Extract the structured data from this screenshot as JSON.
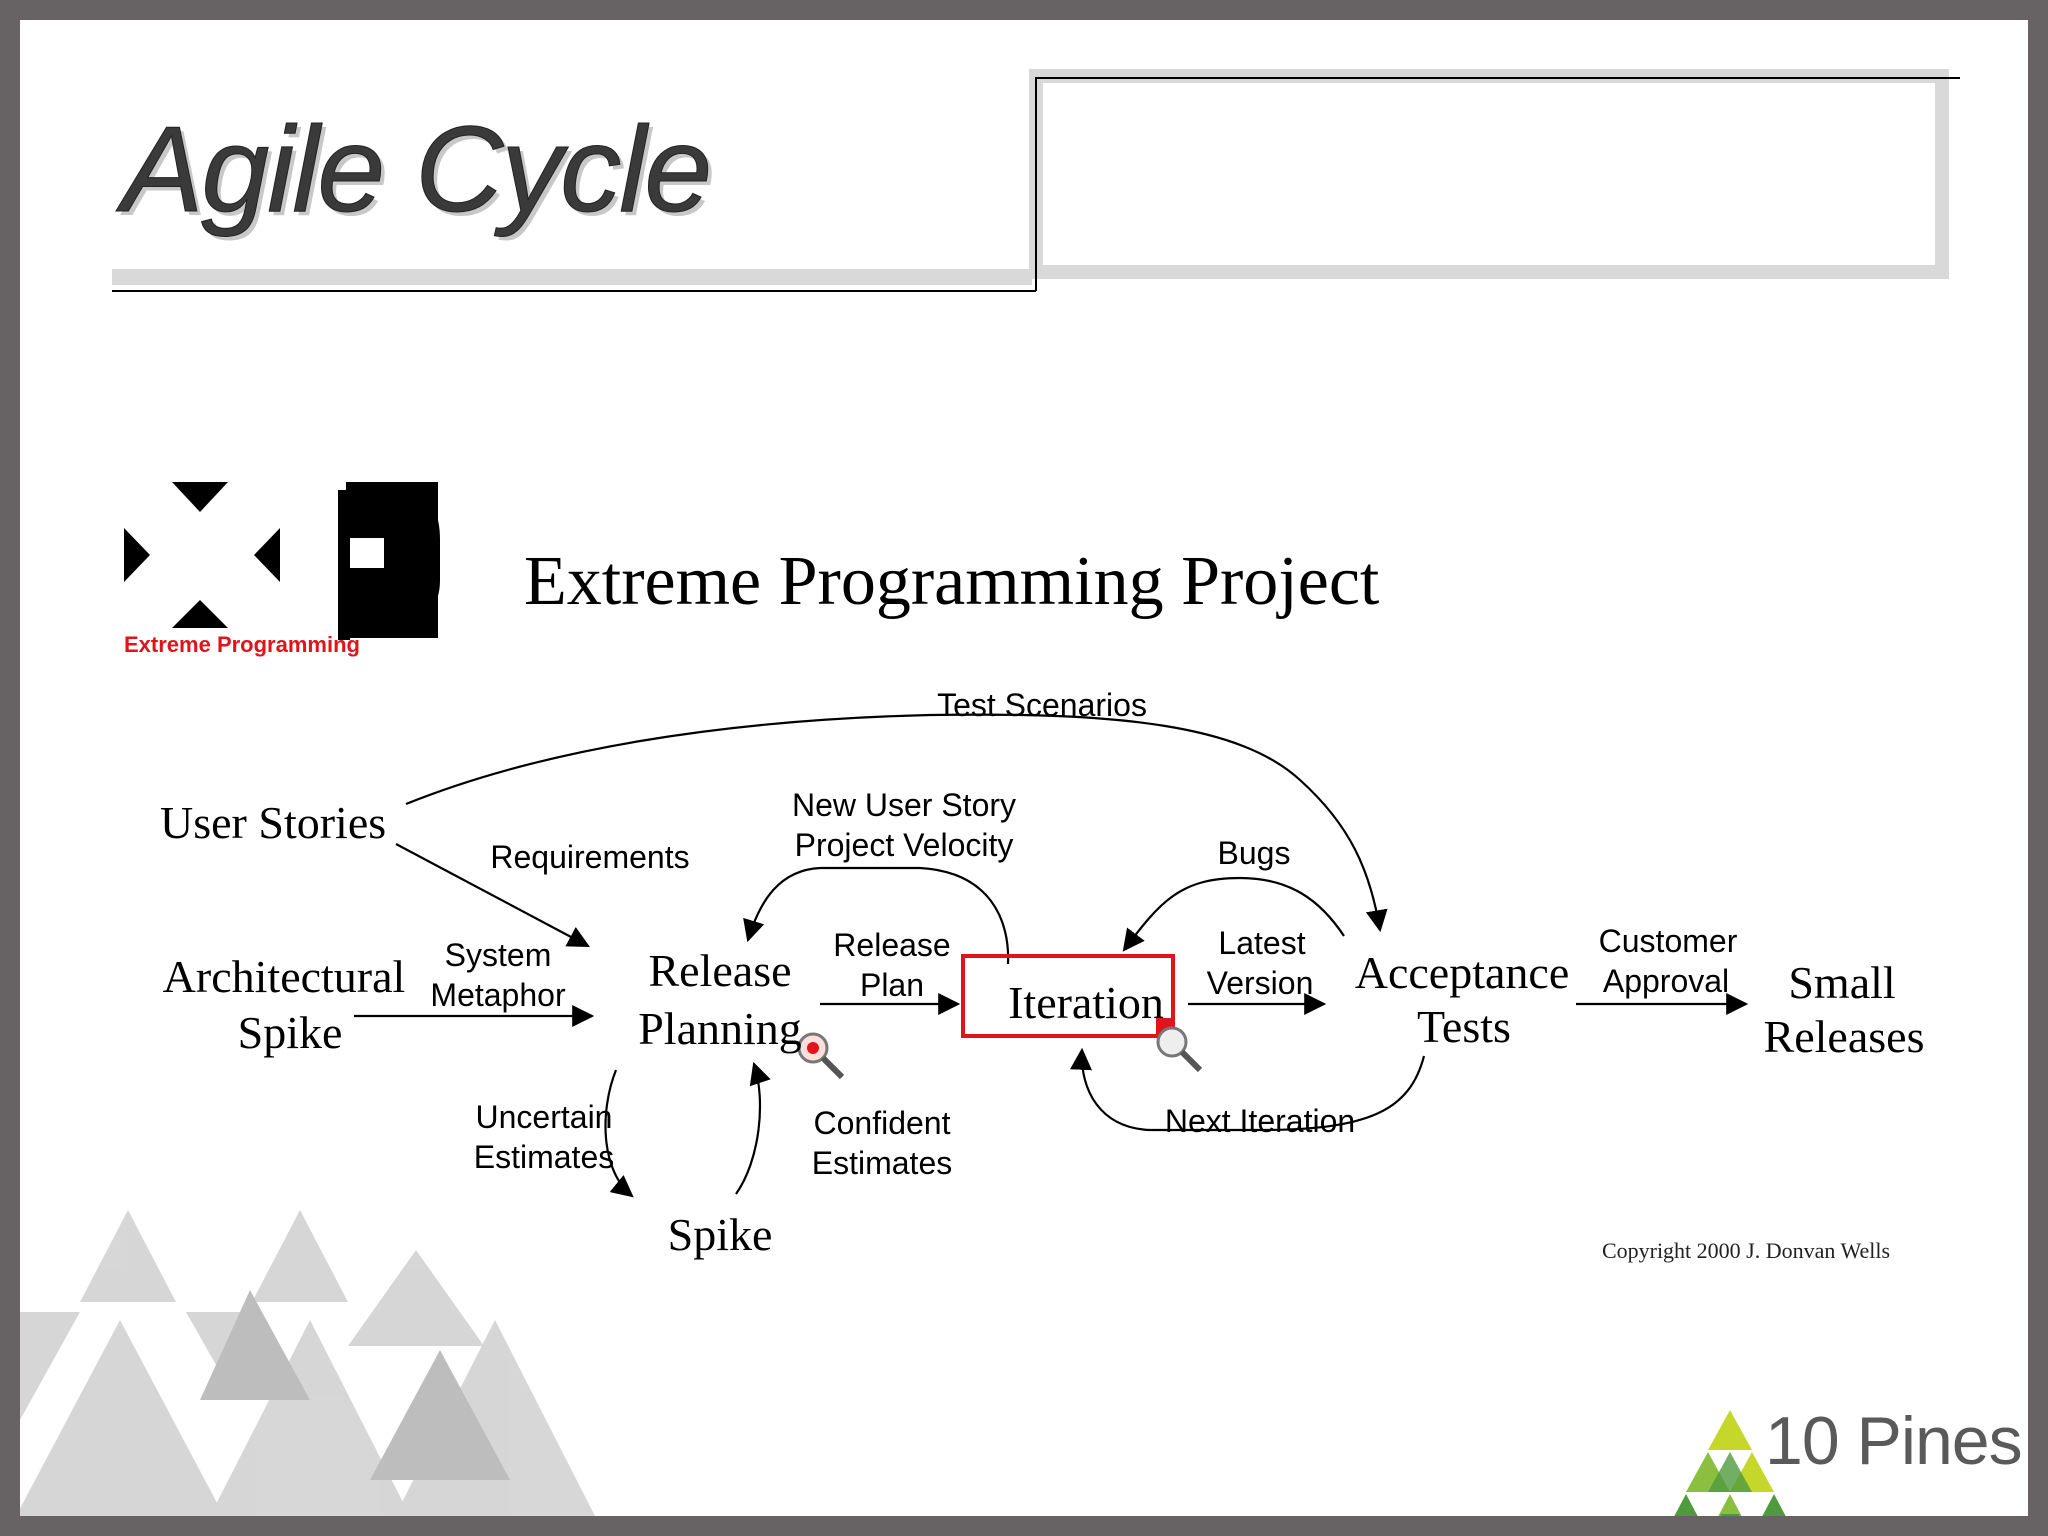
{
  "slide": {
    "title": "Agile Cycle"
  },
  "xp_logo": {
    "caption": "Extreme Programming"
  },
  "diagram": {
    "heading": "Extreme Programming Project",
    "nodes": {
      "user_stories": "User Stories",
      "architectural_spike": [
        "Architectural",
        "Spike"
      ],
      "release_planning": [
        "Release",
        "Planning"
      ],
      "iteration": "Iteration",
      "acceptance_tests": [
        "Acceptance",
        "Tests"
      ],
      "small_releases": [
        "Small",
        "Releases"
      ],
      "spike": "Spike"
    },
    "edge_labels": {
      "test_scenarios": "Test Scenarios",
      "requirements": "Requirements",
      "new_user_story": [
        "New User Story",
        "Project Velocity"
      ],
      "bugs": "Bugs",
      "system_metaphor": [
        "System",
        "Metaphor"
      ],
      "release_plan": [
        "Release",
        "Plan"
      ],
      "latest_version": [
        "Latest",
        "Version"
      ],
      "customer_approval": [
        "Customer",
        "Approval"
      ],
      "uncertain_estimates": [
        "Uncertain",
        "Estimates"
      ],
      "confident_estimates": [
        "Confident",
        "Estimates"
      ],
      "next_iteration": "Next Iteration"
    },
    "copyright": "Copyright 2000 J. Donvan Wells",
    "highlight_color": "#e0141b"
  },
  "brand": {
    "name": "10 Pines",
    "colors": [
      "#c5d72a",
      "#8cbf3f",
      "#4f9a3c"
    ]
  }
}
